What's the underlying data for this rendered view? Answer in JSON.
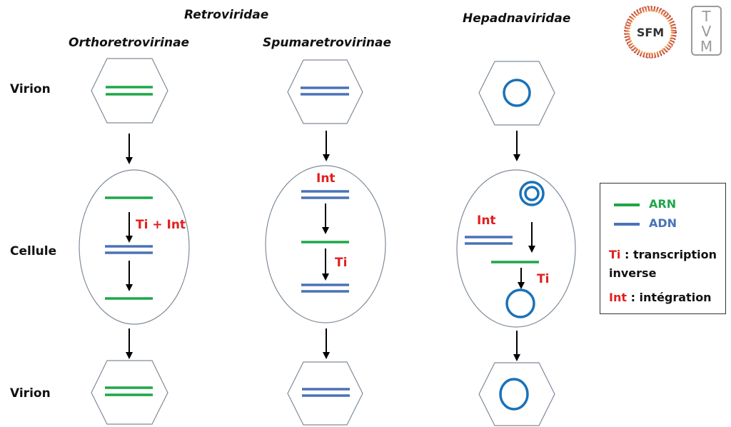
{
  "titles": {
    "family_retro": "Retroviridae",
    "subfamily_ortho": "Orthoretrovirinae",
    "subfamily_spuma": "Spumaretrovirinae",
    "family_hepadna": "Hepadnaviridae"
  },
  "row_labels": {
    "top_virion": "Virion",
    "cell": "Cellule",
    "bottom_virion": "Virion"
  },
  "step_labels": {
    "ortho_ti_int": "Ti + Int",
    "spuma_int": "Int",
    "spuma_ti": "Ti",
    "hepadna_int": "Int",
    "hepadna_ti": "Ti"
  },
  "legend": {
    "arn_label": "ARN",
    "adn_label": "ADN",
    "ti_abbrev": "Ti",
    "ti_text": " : transcription",
    "ti_text_2": "inverse",
    "int_abbrev": "Int",
    "int_text": " : intégration"
  },
  "logos": {
    "sfm": "SFM",
    "tvm": [
      "T",
      "V",
      "M"
    ]
  },
  "colors": {
    "arn": "#1fa64a",
    "adn": "#4a72b8",
    "circle_dna": "#1a72b8",
    "label_red": "#e0201e",
    "outline": "#7f8b98"
  }
}
